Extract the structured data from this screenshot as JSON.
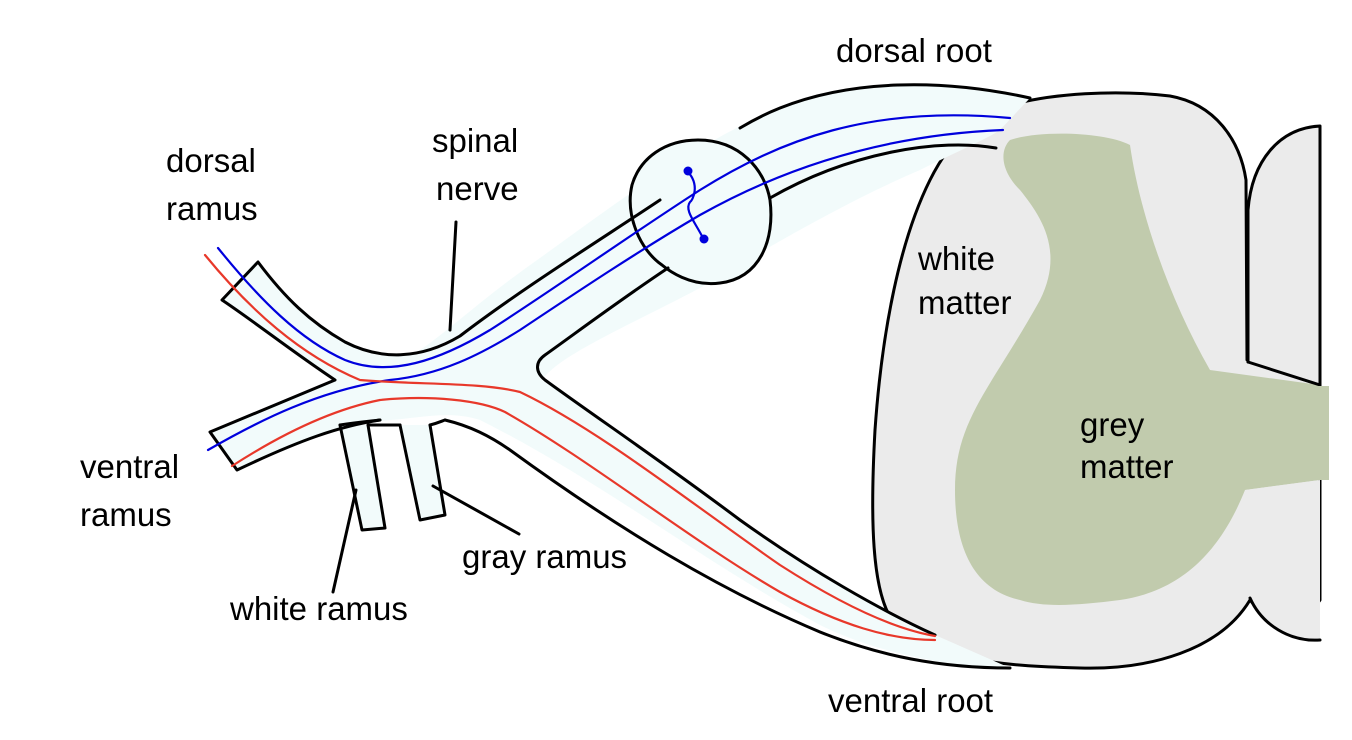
{
  "labels": {
    "dorsal_root": "dorsal root",
    "ventral_root": "ventral root",
    "spinal_nerve_line1": "spinal",
    "spinal_nerve_line2": "nerve",
    "dorsal_ramus_line1": "dorsal",
    "dorsal_ramus_line2": "ramus",
    "ventral_ramus_line1": "ventral",
    "ventral_ramus_line2": "ramus",
    "white_ramus": "white ramus",
    "gray_ramus": "gray ramus",
    "white_matter_line1": "white",
    "white_matter_line2": "matter",
    "grey_matter_line1": "grey",
    "grey_matter_line2": "matter"
  },
  "colors": {
    "sensory_fiber": "#0000dd",
    "motor_fiber": "#e8382a",
    "nerve_fill": "#f2fbfb",
    "white_matter_fill": "#ebebeb",
    "grey_matter_fill": "#c1cbad",
    "outline": "#000000"
  }
}
